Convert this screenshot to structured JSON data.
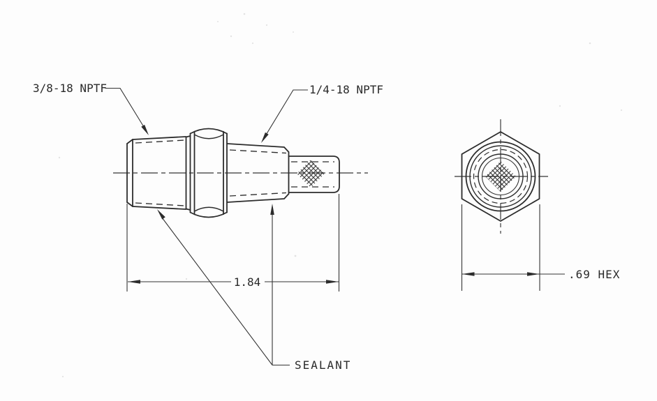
{
  "drawing": {
    "side_view": {
      "left_thread_label": "3/8-18 NPTF",
      "right_thread_label": "1/4-18 NPTF",
      "sealant_label": "SEALANT",
      "overall_length": "1.84"
    },
    "end_view": {
      "hex_size": ".69 HEX"
    },
    "colors": {
      "line": "#2c2c2c",
      "text": "#2a2a2a",
      "background": "#fdfdfd"
    }
  }
}
